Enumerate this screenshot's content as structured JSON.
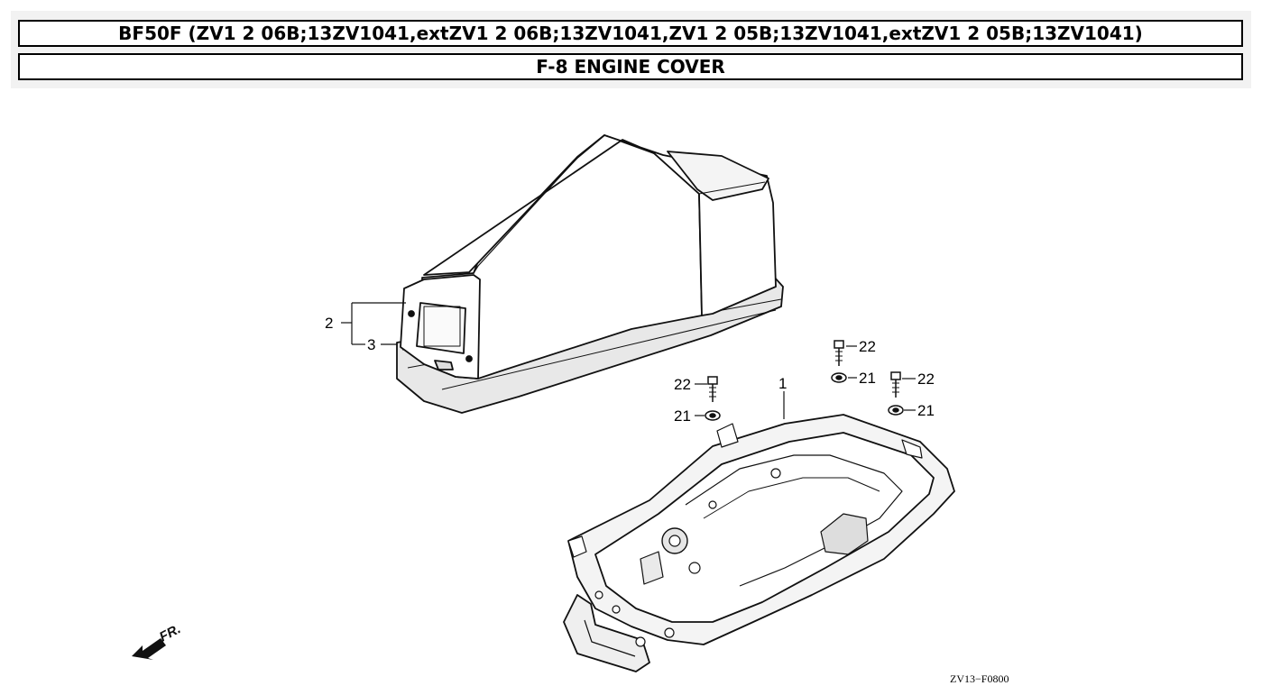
{
  "header": {
    "model_title": "BF50F (ZV1 2 06B;13ZV1041,extZV1 2 06B;13ZV1041,ZV1 2 05B;13ZV1041,extZV1 2 05B;13ZV1041)",
    "section_title": "F-8 ENGINE COVER"
  },
  "diagram": {
    "callouts": {
      "engine_cover_assembly": "2",
      "cover_seal": "3",
      "undercase": "1",
      "washer_a": "21",
      "washer_b": "21",
      "washer_c": "21",
      "bolt_a": "22",
      "bolt_b": "22",
      "bolt_c": "22"
    },
    "direction_label": "FR.",
    "figure_code": "ZV13−F0800"
  }
}
